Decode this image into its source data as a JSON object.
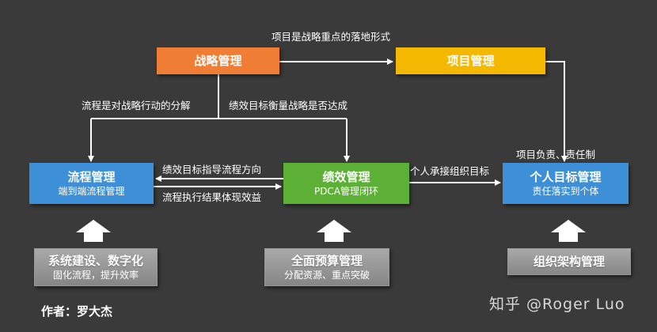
{
  "boxes": {
    "strategy": {
      "title": "战略管理",
      "color": "#ef7d33"
    },
    "project": {
      "title": "项目管理",
      "color": "#f5b800"
    },
    "process": {
      "title": "流程管理",
      "subtitle": "端到端流程管理",
      "color": "#3d8fd8"
    },
    "performance": {
      "title": "绩效管理",
      "subtitle": "PDCA管理闭环",
      "color": "#5cb035"
    },
    "personal": {
      "title": "个人目标管理",
      "subtitle": "责任落实到个体",
      "color": "#3d8fd8"
    },
    "system": {
      "title": "系统建设、数字化",
      "subtitle": "固化流程，提升效率"
    },
    "budget": {
      "title": "全面预算管理",
      "subtitle": "分配资源、重点突破"
    },
    "org": {
      "title": "组织架构管理"
    }
  },
  "labels": {
    "strategy_to_project": "项目是战略重点的落地形式",
    "strategy_to_process": "流程是对战略行动的分解",
    "strategy_to_performance": "绩效目标衡量战略是否达成",
    "project_to_personal": "项目负责、责任制",
    "performance_to_process": "绩效目标指导流程方向",
    "process_to_performance": "流程执行结果体现效益",
    "performance_to_personal": "个人承接组织目标"
  },
  "author": "作者：罗大杰",
  "watermark": "知乎 @Roger Luo"
}
